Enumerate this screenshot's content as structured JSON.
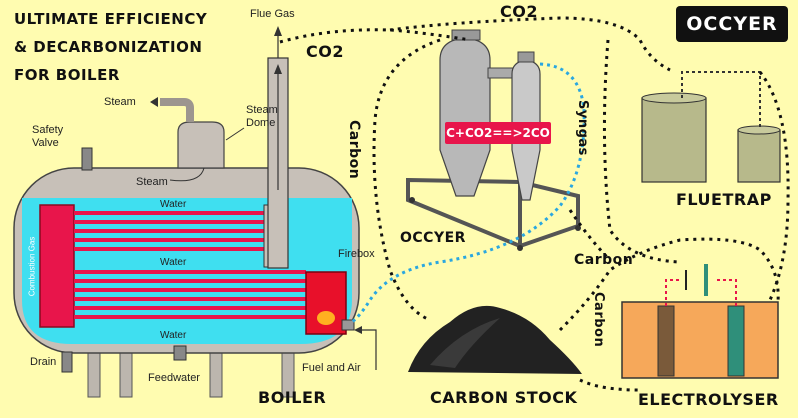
{
  "title": {
    "line1": "ULTIMATE EFFICIENCY",
    "line2": "& DECARBONIZATION",
    "line3": "FOR BOILER"
  },
  "brand": "OCCYER",
  "boiler": {
    "labels": {
      "flue_gas": "Flue Gas",
      "steam_top": "Steam",
      "steam_dome": "Steam\nDome",
      "safety_valve": "Safety\nValve",
      "steam_inner": "Steam",
      "water_1": "Water",
      "water_2": "Water",
      "water_3": "Water",
      "combustion_gas": "Combustion Gas",
      "firebox": "Firebox",
      "fuel_and_air": "Fuel and Air",
      "drain": "Drain",
      "feedwater": "Feedwater"
    },
    "caption": "BOILER"
  },
  "occyer": {
    "caption": "OCCYER",
    "equation": "C+CO2==>2CO"
  },
  "flows": {
    "co2_left": "CO2",
    "co2_top": "CO2",
    "carbon_vertical": "Carbon",
    "syngas": "Syngas",
    "carbon_right": "Carbon",
    "carbon_lower": "Carbon"
  },
  "captions": {
    "carbon_stock": "CARBON STOCK",
    "fluetrap": "FLUETRAP",
    "electrolyser": "ELECTROLYSER"
  },
  "colors": {
    "background": "#fffcb0",
    "water": "#3fdff0",
    "tubes": "#e8154b",
    "firebox": "#e8102a",
    "shell": "#c7c0b8",
    "tank": "#b7b98b",
    "electrolyser": "#f6a85a",
    "syngas_line": "#2aa7e0",
    "electrode_brown": "#7a5a3a",
    "electrode_teal": "#2f8f7a"
  }
}
